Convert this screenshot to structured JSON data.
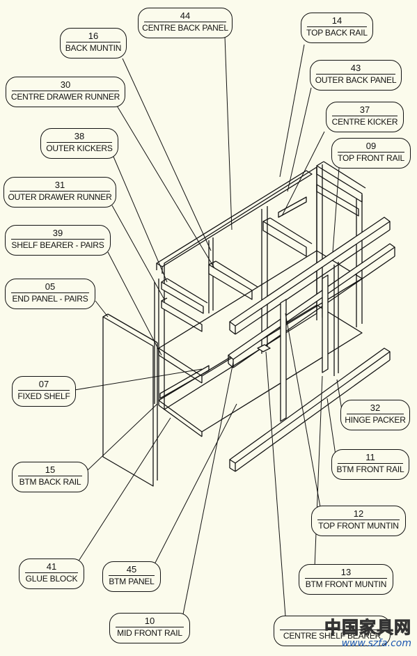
{
  "callouts": [
    {
      "num": "44",
      "label": "CENTRE BACK PANEL"
    },
    {
      "num": "14",
      "label": "TOP BACK RAIL"
    },
    {
      "num": "16",
      "label": "BACK MUNTIN"
    },
    {
      "num": "43",
      "label": "OUTER BACK PANEL"
    },
    {
      "num": "30",
      "label": "CENTRE DRAWER RUNNER"
    },
    {
      "num": "37",
      "label": "CENTRE KICKER"
    },
    {
      "num": "38",
      "label": "OUTER KICKERS"
    },
    {
      "num": "09",
      "label": "TOP FRONT RAIL"
    },
    {
      "num": "31",
      "label": "OUTER DRAWER RUNNER"
    },
    {
      "num": "39",
      "label": "SHELF BEARER - PAIRS"
    },
    {
      "num": "05",
      "label": "END PANEL - PAIRS"
    },
    {
      "num": "07",
      "label": "FIXED SHELF"
    },
    {
      "num": "32",
      "label": "HINGE PACKER"
    },
    {
      "num": "11",
      "label": "BTM FRONT RAIL"
    },
    {
      "num": "15",
      "label": "BTM BACK RAIL"
    },
    {
      "num": "12",
      "label": "TOP FRONT MUNTIN"
    },
    {
      "num": "41",
      "label": "GLUE BLOCK"
    },
    {
      "num": "45",
      "label": "BTM PANEL"
    },
    {
      "num": "13",
      "label": "BTM FRONT MUNTIN"
    },
    {
      "num": "10",
      "label": "MID FRONT RAIL"
    },
    {
      "num": "",
      "label": "CENTRE SHELF BEARER"
    }
  ],
  "watermark": {
    "cn": "中国家具网",
    "url": "www.szfa.com"
  },
  "colors": {
    "line": "#111111",
    "background": "#fbfbec"
  }
}
